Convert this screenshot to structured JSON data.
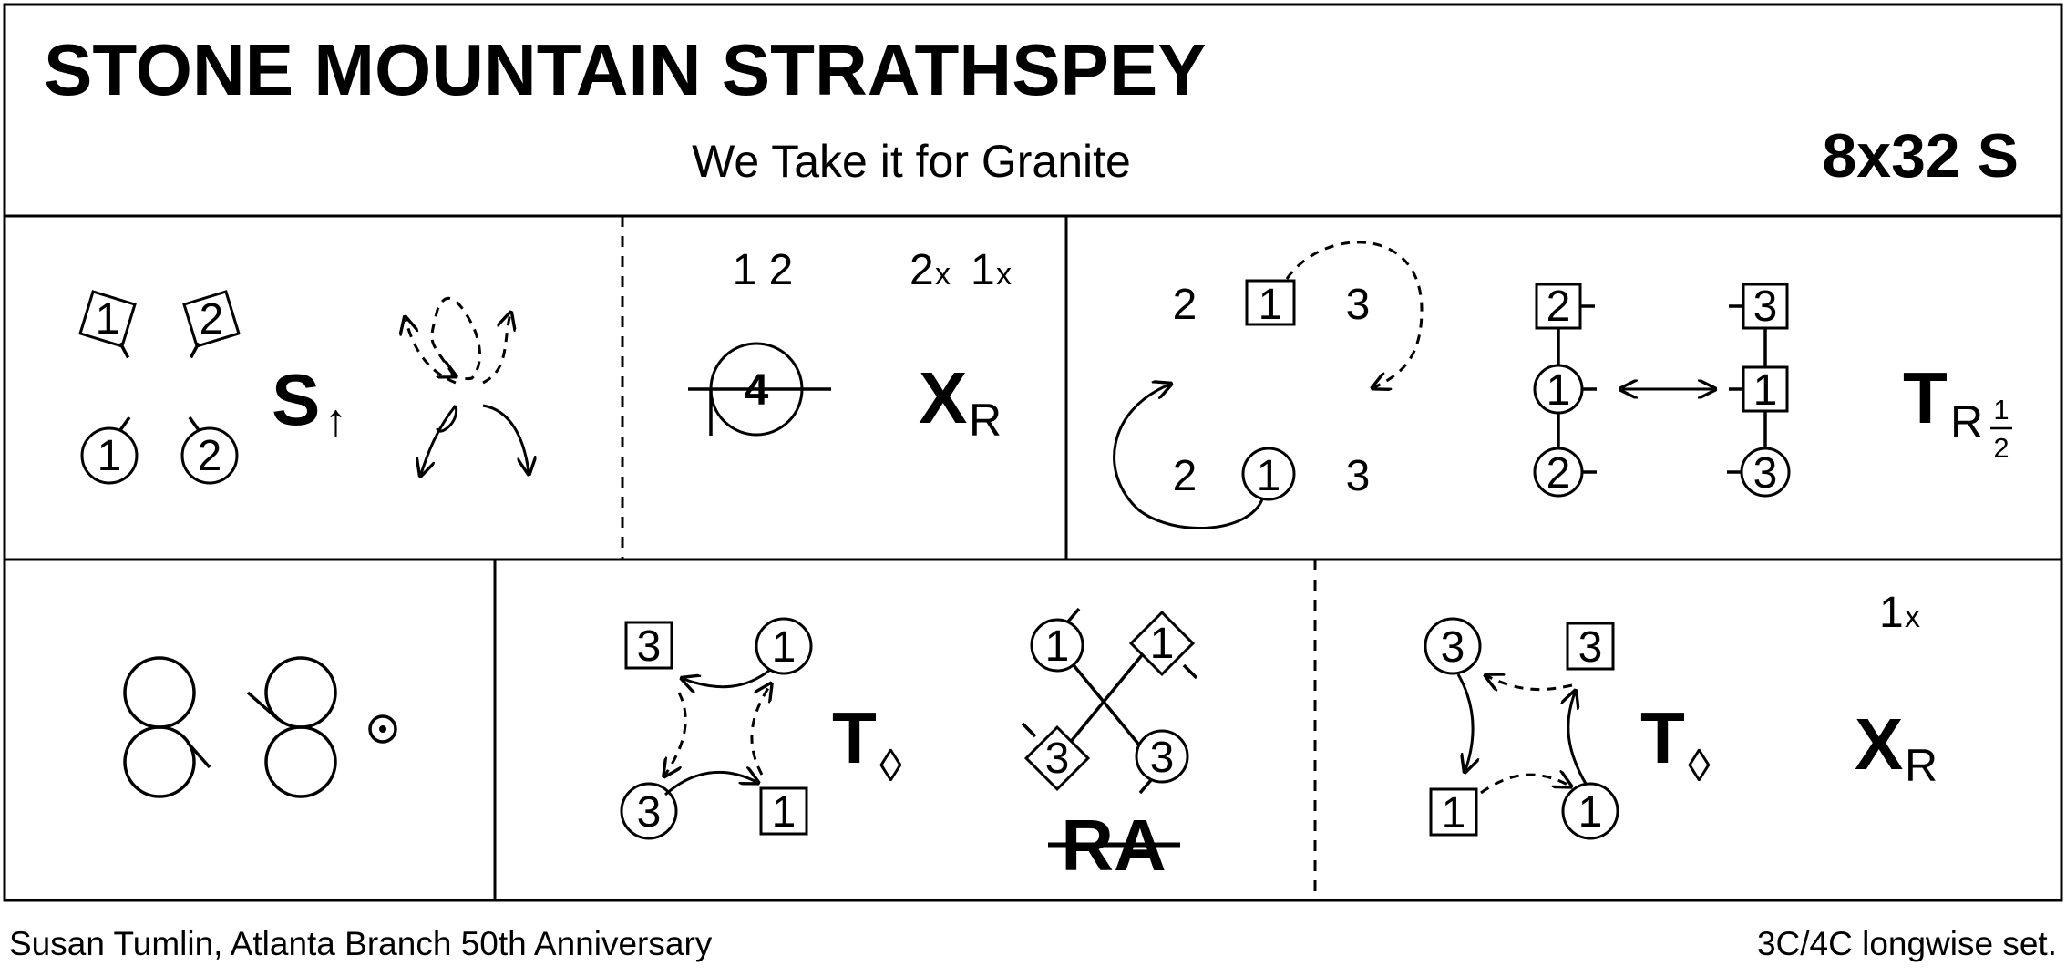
{
  "header": {
    "title": "STONE MOUNTAIN STRATHSPEY",
    "subtitle": "We Take it for Granite",
    "dance_code": "8x32 S"
  },
  "footer": {
    "author": "Susan Tumlin, Atlanta Branch 50th Anniversary",
    "set": "3C/4C longwise set."
  },
  "cell1": {
    "d1": "1",
    "d2": "2",
    "c1": "1",
    "c2": "2",
    "fig": "S",
    "arrow": "↑"
  },
  "cell2": {
    "top_left": "1 2",
    "top_right_a": "2",
    "top_right_ax": "x",
    "top_right_b": "1",
    "top_right_bx": "x",
    "center": "4",
    "fig": "X",
    "sub": "R"
  },
  "cell3": {
    "r1a": "2",
    "r1b": "1",
    "r1c": "3",
    "r2a": "2",
    "r2b": "1",
    "r2c": "3",
    "l1": "2",
    "l2": "1",
    "l3": "2",
    "rt1": "3",
    "rt2": "1",
    "rt3": "3",
    "swap": "⟷",
    "fig": "T",
    "sub": "R",
    "frac_n": "1",
    "frac_d": "2"
  },
  "cell5": {
    "tl": "3",
    "tr": "1",
    "bl": "3",
    "br": "1",
    "fig": "T",
    "diamond": "◊",
    "ra_tl": "1",
    "ra_tr": "1",
    "ra_bl": "3",
    "ra_br": "3",
    "ra": "RA"
  },
  "cell6": {
    "tl": "3",
    "tr": "3",
    "bl": "1",
    "br": "1",
    "fig": "T",
    "diamond": "◊",
    "top_n": "1",
    "top_x": "x",
    "x_fig": "X",
    "x_sub": "R"
  }
}
